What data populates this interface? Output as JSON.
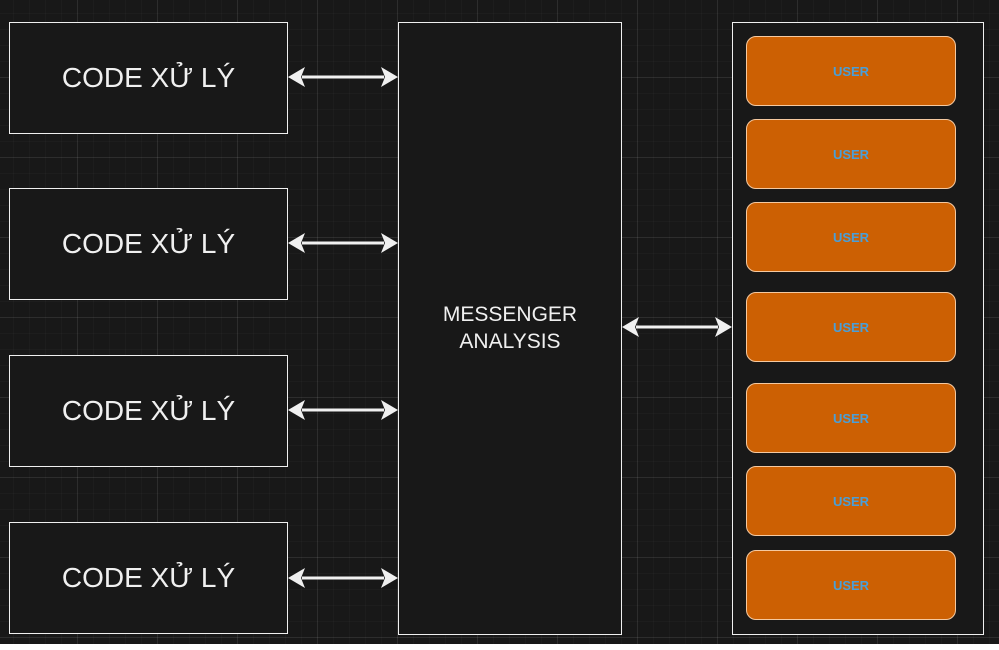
{
  "diagram": {
    "code_boxes": [
      {
        "label": "CODE XỬ LÝ"
      },
      {
        "label": "CODE XỬ LÝ"
      },
      {
        "label": "CODE XỬ LÝ"
      },
      {
        "label": "CODE XỬ LÝ"
      }
    ],
    "center": {
      "line1": "MESSENGER",
      "line2": "ANALYSIS"
    },
    "users": [
      {
        "label": "USER"
      },
      {
        "label": "USER"
      },
      {
        "label": "USER"
      },
      {
        "label": "USER"
      },
      {
        "label": "USER"
      },
      {
        "label": "USER"
      },
      {
        "label": "USER"
      }
    ]
  },
  "colors": {
    "background": "#181818",
    "outline": "#f0f0f0",
    "user_fill": "#cc6003",
    "user_text": "#4a9fd8"
  }
}
